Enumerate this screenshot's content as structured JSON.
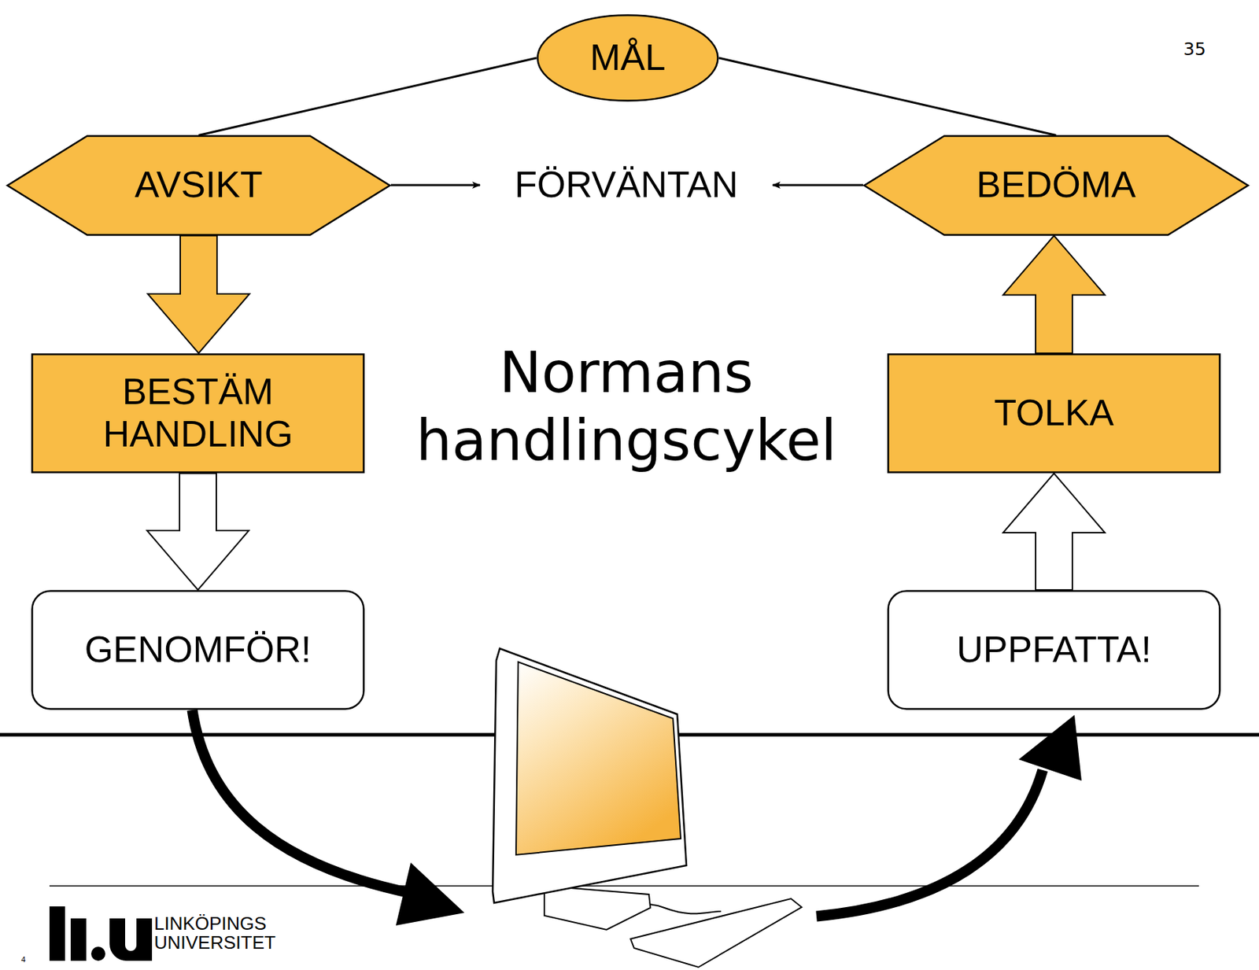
{
  "diagram": {
    "title": "Normans handlingscykel",
    "nodes": [
      {
        "text": [
          "MÅL"
        ]
      },
      {
        "text": [
          "AVSIKT"
        ]
      },
      {
        "text": [
          "FÖRVÄNTAN"
        ]
      },
      {
        "text": [
          "BEDÖMA"
        ]
      },
      {
        "text": [
          "BESTÄM HANDLING"
        ]
      },
      {
        "text": [
          "TOLKA"
        ]
      },
      {
        "text": [
          "GENOMFÖR!"
        ]
      },
      {
        "text": [
          "UPPFATTA!"
        ]
      }
    ],
    "edges": [
      {
        "from": 0,
        "to": 1,
        "arrow": "none"
      },
      {
        "from": 0,
        "to": 3,
        "arrow": "none"
      },
      {
        "from": 1,
        "to": 2,
        "arrow": "to"
      },
      {
        "from": 3,
        "to": 2,
        "arrow": "to"
      },
      {
        "from": 1,
        "to": 4,
        "arrow": "to"
      },
      {
        "from": 4,
        "to": 6,
        "arrow": "to"
      },
      {
        "from": 7,
        "to": 5,
        "arrow": "to"
      },
      {
        "from": 5,
        "to": 3,
        "arrow": "to"
      }
    ],
    "labels": [
      "35",
      "LINKÖPINGS UNIVERSITET",
      "4"
    ]
  }
}
